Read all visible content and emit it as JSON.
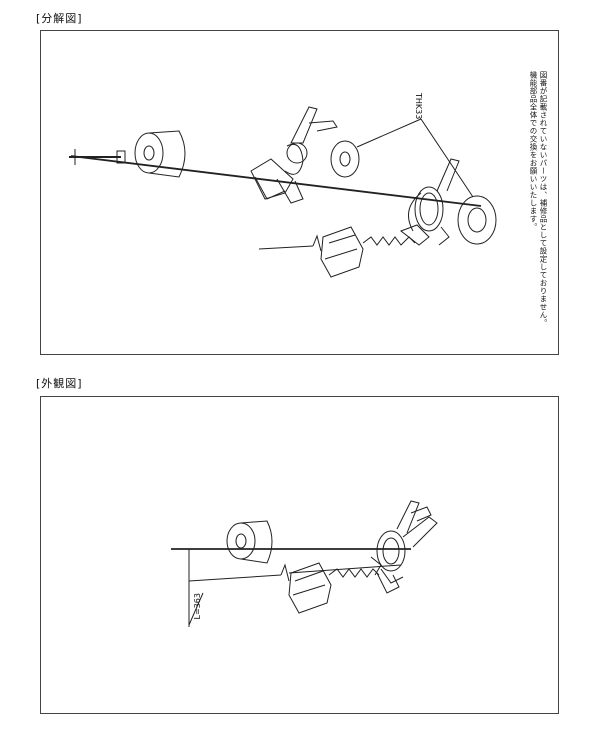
{
  "exploded": {
    "title": "[分解図]",
    "part_label": "THK33",
    "note_line1": "図番が記載されていないパーツは、補修品として設定しておりません。",
    "note_line2": "機能部品全体での交換をお願いいたします。"
  },
  "external": {
    "title": "[外観図]",
    "length_label": "L=363"
  }
}
